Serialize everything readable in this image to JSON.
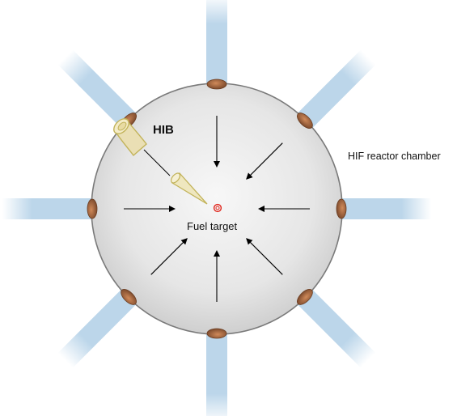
{
  "labels": {
    "hib": "HIB",
    "chamber": "HIF reactor chamber",
    "fuel_target": "Fuel target"
  },
  "colors": {
    "beam": "#bcd6ea",
    "beam_fade": "#ffffff",
    "chamber_fill_center": "#f7f7f7",
    "chamber_fill_edge": "#cfcfcf",
    "chamber_stroke": "#7a7a7a",
    "port": "#a66a42",
    "target": "#e0261c",
    "arrow": "#000000",
    "projectile_fill": "#eadfb4",
    "projectile_stroke": "#c2b35a"
  }
}
